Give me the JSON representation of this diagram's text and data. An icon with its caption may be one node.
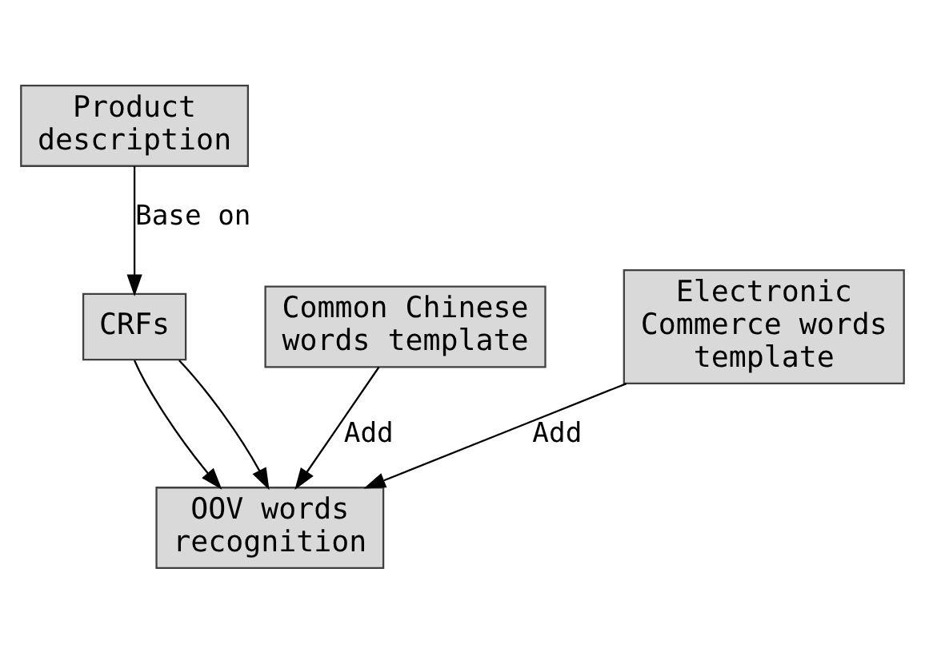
{
  "diagram": {
    "nodes": [
      {
        "text": [
          "Product description"
        ]
      },
      {
        "text": [
          "CRFs"
        ]
      },
      {
        "text": [
          "Common Chinese words template"
        ]
      },
      {
        "text": [
          "Electronic Commerce words template"
        ]
      },
      {
        "text": [
          "OOV words recognition"
        ]
      }
    ],
    "edges": [
      {
        "from": 0,
        "to": 1,
        "arrow": "to",
        "label": "Base on"
      },
      {
        "from": 1,
        "to": 4,
        "arrow": "to"
      },
      {
        "from": 1,
        "to": 4,
        "arrow": "to"
      },
      {
        "from": 2,
        "to": 4,
        "arrow": "to",
        "label": "Add"
      },
      {
        "from": 3,
        "to": 4,
        "arrow": "to",
        "label": "Add"
      }
    ]
  }
}
